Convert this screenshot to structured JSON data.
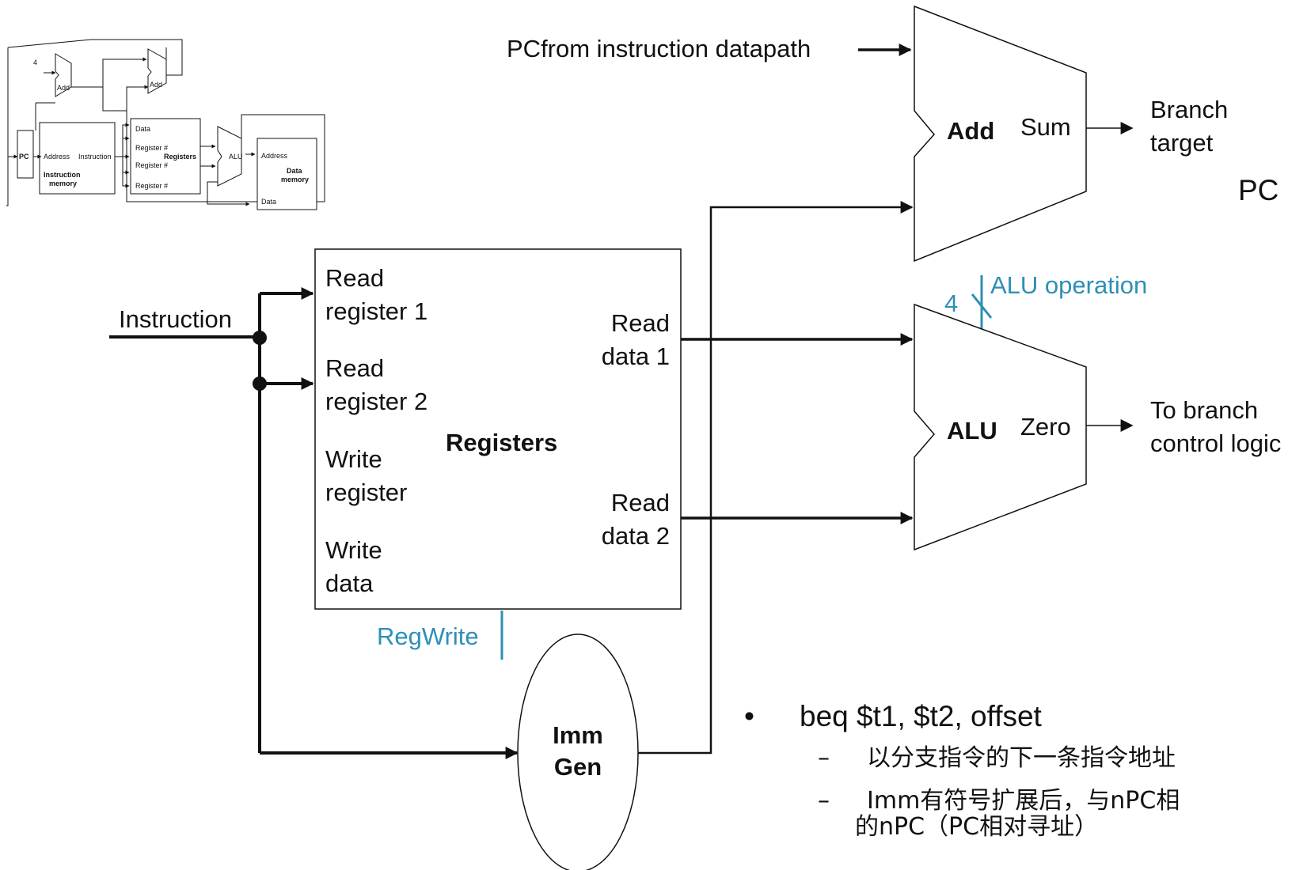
{
  "thumbnail": {
    "four": "4",
    "add_a": "Add",
    "add_b": "Add",
    "pc": "PC",
    "address": "Address",
    "instruction": "Instruction",
    "instr_mem_1": "Instruction",
    "instr_mem_2": "memory",
    "data_in": "Data",
    "reg1": "Register #",
    "reg2": "Register #",
    "reg3": "Register #",
    "registers": "Registers",
    "alu": "ALU",
    "dm_address": "Address",
    "dm_1": "Data",
    "dm_2": "memory",
    "dm_data": "Data"
  },
  "pc_input_label": "PCfrom instruction datapath",
  "adder": {
    "label": "Add",
    "output": "Sum"
  },
  "branch_target": {
    "line1": "Branch",
    "line2": "target"
  },
  "pc_cut": "PC",
  "alu_operation": {
    "width": "4",
    "label": "ALU operation"
  },
  "instruction_label": "Instruction",
  "registers": {
    "title": "Registers",
    "read_reg1_l1": "Read",
    "read_reg1_l2": "register 1",
    "read_reg2_l1": "Read",
    "read_reg2_l2": "register 2",
    "write_reg_l1": "Write",
    "write_reg_l2": "register",
    "write_data_l1": "Write",
    "write_data_l2": "data",
    "read_data1_l1": "Read",
    "read_data1_l2": "data 1",
    "read_data2_l1": "Read",
    "read_data2_l2": "data 2"
  },
  "alu": {
    "label": "ALU",
    "output": "Zero"
  },
  "to_branch": {
    "line1": "To branch",
    "line2": "control logic"
  },
  "regwrite": "RegWrite",
  "immgen": {
    "line1": "Imm",
    "line2": "Gen"
  },
  "notes": {
    "bullet_mark": "•",
    "bullet": "beq $t1, $t2, offset",
    "dash": "–",
    "sub1": "以分支指令的下一条指令地址",
    "sub2": "Imm有符号扩展后，与nPC相",
    "sub2_cont": "的nPC（PC相对寻址）"
  },
  "colors": {
    "line": "#111111",
    "control": "#2e8fb6"
  }
}
